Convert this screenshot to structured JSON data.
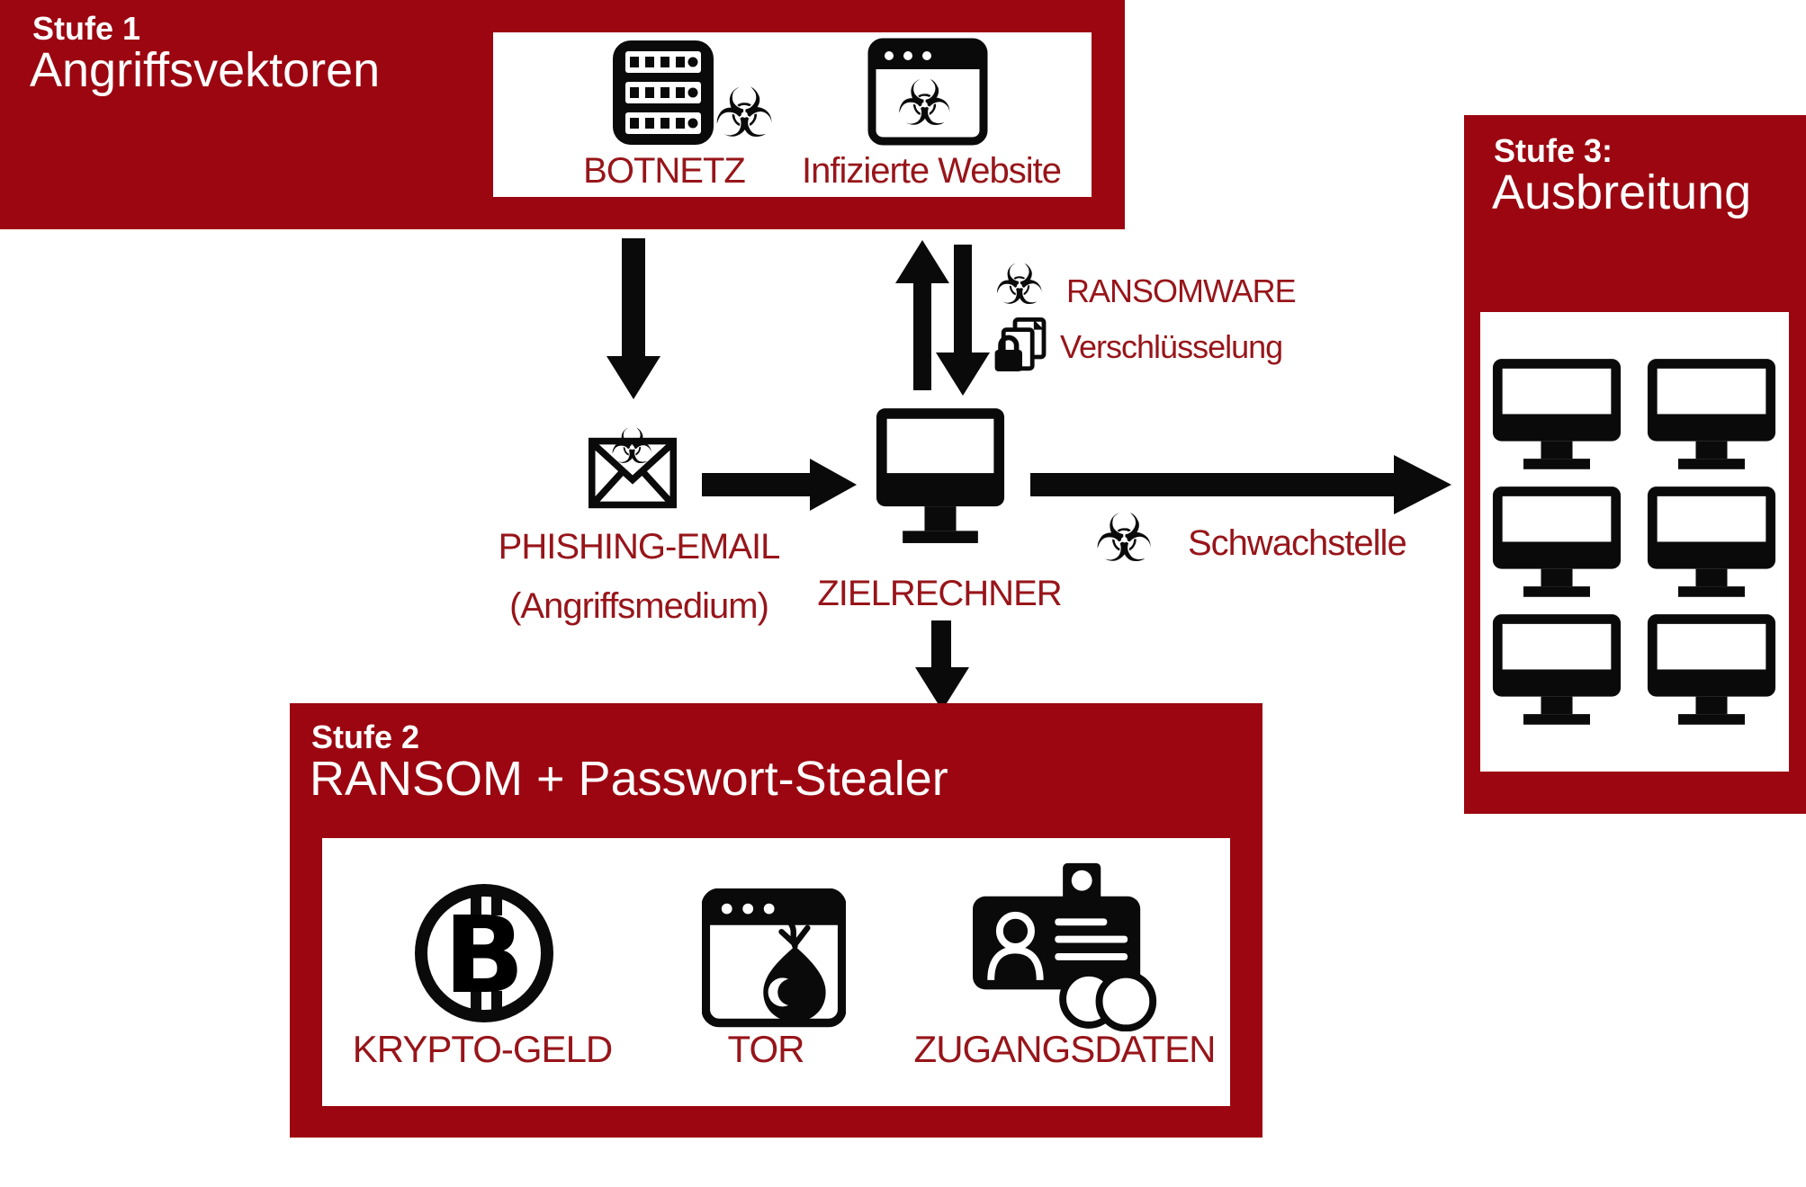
{
  "colors": {
    "box_red": "#9C0611",
    "label_red": "#97151A",
    "ink": "#0A0A0A"
  },
  "stage1": {
    "kicker": "Stufe 1",
    "title": "Angriffsvektoren",
    "botnet_label": "BOTNETZ",
    "website_label": "Infizierte Website"
  },
  "flow": {
    "ransomware_label": "RANSOMWARE",
    "encryption_label": "Verschlüsselung",
    "phishing_label": "PHISHING-EMAIL",
    "phishing_sublabel": "(Angriffsmedium)",
    "target_label": "ZIELRECHNER",
    "vulnerability_label": "Schwachstelle"
  },
  "stage2": {
    "kicker": "Stufe 2",
    "title": "RANSOM + Passwort-Stealer",
    "crypto_label": "KRYPTO-GELD",
    "bitcoin_letter": "B",
    "tor_label": "TOR",
    "credentials_label": "ZUGANGSDATEN"
  },
  "stage3": {
    "kicker": "Stufe 3:",
    "title": "Ausbreitung",
    "computer_count": 6
  },
  "icons": {
    "biohazard_glyph": "☣",
    "botnet": "server-rack-icon",
    "infected_website": "browser-biohazard-icon",
    "phishing": "envelope-biohazard-icon",
    "ransomware": "biohazard-icon",
    "encryption": "documents-padlock-icon",
    "target": "desktop-monitor-icon",
    "vulnerability": "biohazard-icon",
    "crypto": "bitcoin-icon",
    "tor": "browser-onion-icon",
    "credentials": "id-badge-coins-icon",
    "spread": "desktop-monitor-grid"
  }
}
